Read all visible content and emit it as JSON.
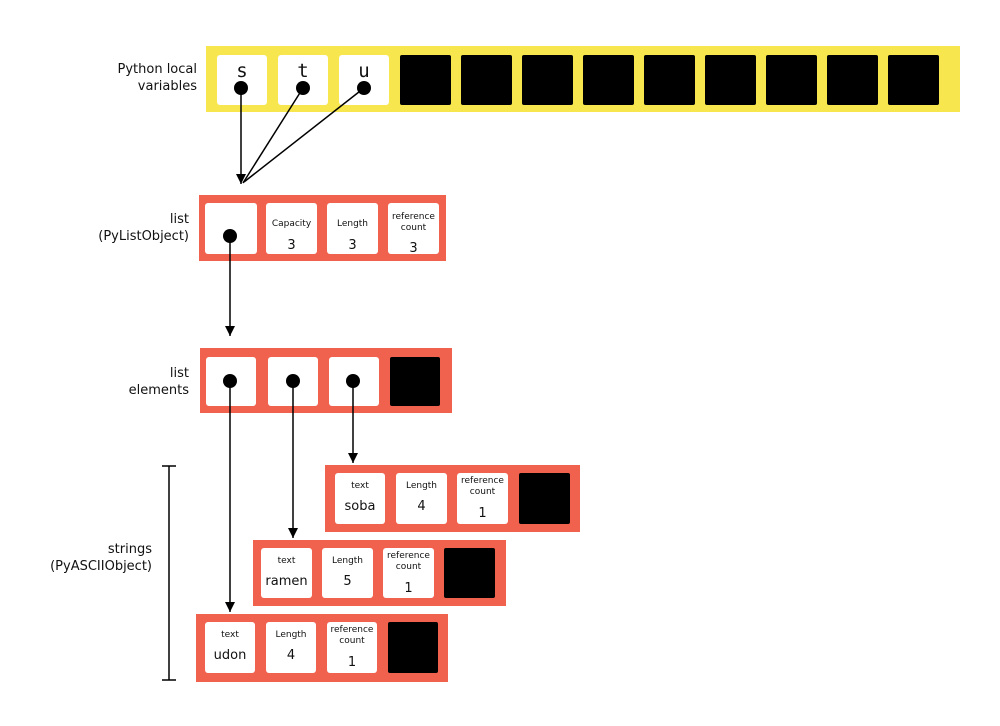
{
  "colors": {
    "locals_band": "#f7e64d",
    "object_band": "#f0624e",
    "cell": "#ffffff",
    "empty_slot": "#000000",
    "ink": "#000000"
  },
  "locals": {
    "label_line1": "Python local",
    "label_line2": "variables",
    "variables": [
      "s",
      "t",
      "u"
    ]
  },
  "list_object": {
    "label_line1": "list",
    "label_line2": "(PyListObject)",
    "capacity": {
      "name": "Capacity",
      "value": "3"
    },
    "length": {
      "name": "Length",
      "value": "3"
    },
    "refcount": {
      "name_line1": "reference",
      "name_line2": "count",
      "value": "3"
    }
  },
  "list_elements": {
    "label_line1": "list",
    "label_line2": "elements"
  },
  "strings": {
    "label_line1": "strings",
    "label_line2": "(PyASCIIObject)",
    "items": [
      {
        "text_name": "text",
        "text": "soba",
        "length_name": "Length",
        "length": "4",
        "refcount_line1": "reference",
        "refcount_line2": "count",
        "refcount": "1"
      },
      {
        "text_name": "text",
        "text": "ramen",
        "length_name": "Length",
        "length": "5",
        "refcount_line1": "reference",
        "refcount_line2": "count",
        "refcount": "1"
      },
      {
        "text_name": "text",
        "text": "udon",
        "length_name": "Length",
        "length": "4",
        "refcount_line1": "reference",
        "refcount_line2": "count",
        "refcount": "1"
      }
    ]
  }
}
